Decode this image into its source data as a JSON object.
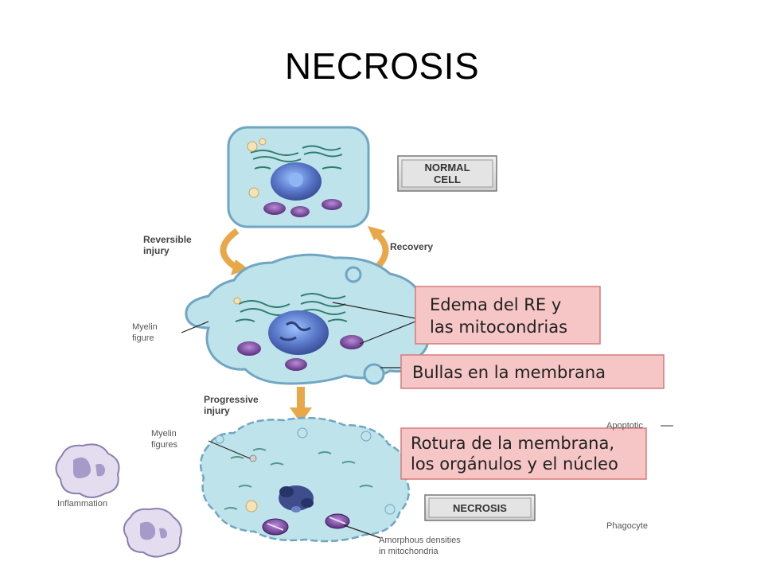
{
  "title": "NECROSIS",
  "boxes": {
    "normal_cell": [
      "NORMAL",
      "CELL"
    ],
    "necrosis": "NECROSIS"
  },
  "arrows": {
    "reversible": [
      "Reversible",
      "injury"
    ],
    "recovery": "Recovery",
    "progressive": [
      "Progressive",
      "injury"
    ]
  },
  "labels": {
    "myelin_figure": [
      "Myelin",
      "figure"
    ],
    "myelin_figures": [
      "Myelin",
      "figures"
    ],
    "inflammation": "Inflammation",
    "amorphous": [
      "Amorphous densities",
      "in mitochondria"
    ],
    "apoptotic": "Apoptotic",
    "phagocyte": "Phagocyte"
  },
  "callouts": {
    "edema": [
      "Edema del RE y",
      "las mitocondrias"
    ],
    "bullas": "Bullas en la membrana",
    "rotura": [
      "Rotura de la membrana,",
      "los orgánulos y el núcleo"
    ]
  },
  "colors": {
    "cell_fill": "#bfe3ea",
    "cell_stroke": "#6fa6c3",
    "nucleus": "#5a78c8",
    "mito": "#6b3f8f",
    "callout_fill": "#f6c6c6",
    "callout_stroke": "#d77a7a",
    "arrow": "#e8a84a"
  }
}
